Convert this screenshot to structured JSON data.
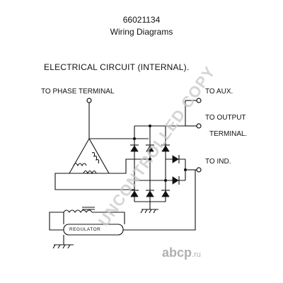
{
  "header": {
    "part_number": "66021134",
    "sheet_title": "Wiring Diagrams"
  },
  "diagram": {
    "title": "ELECTRICAL CIRCUIT (INTERNAL).",
    "labels": {
      "phase": "TO PHASE TERMINAL",
      "aux": "TO AUX.",
      "output": "TO OUTPUT",
      "output_line2": "TERMINAL.",
      "ind": "TO IND.",
      "regulator": "REGULATOR"
    }
  },
  "watermark": "UNCONTROLLED COPY",
  "brand": {
    "name": "abcp",
    "tld": ".ru"
  }
}
